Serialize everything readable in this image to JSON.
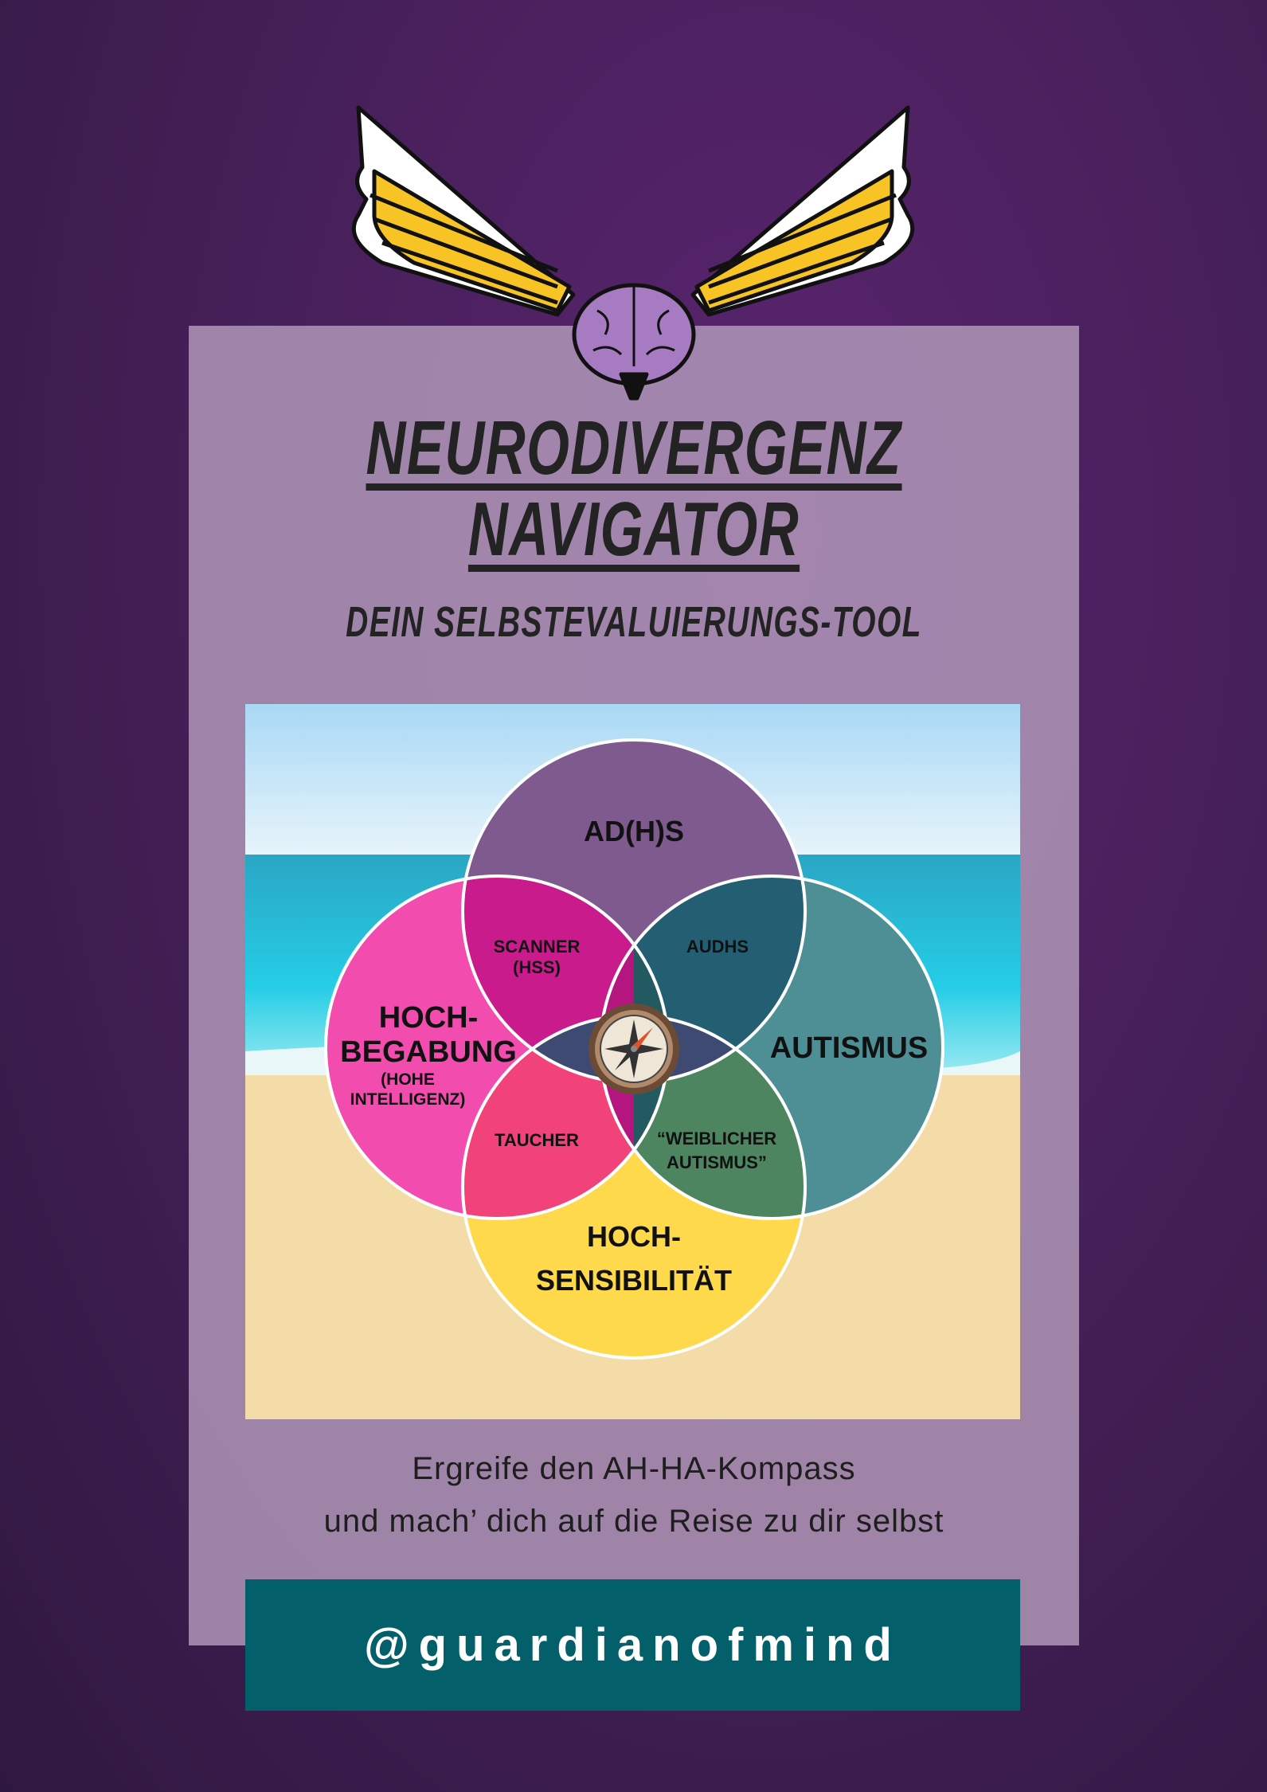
{
  "header": {
    "title_line1": "NEURODIVERGENZ",
    "title_line2": "NAVIGATOR",
    "subtitle": "DEIN SELBSTEVALUIERUNGS-TOOL"
  },
  "diagram": {
    "circles": {
      "top": "AD(H)S",
      "left_line1": "HOCH-",
      "left_line2": "BEGABUNG",
      "left_sub1": "(HOHE",
      "left_sub2": "INTELLIGENZ)",
      "right": "AUTISMUS",
      "bottom_line1": "HOCH-",
      "bottom_line2": "SENSIBILITÄT"
    },
    "overlaps": {
      "top_left_line1": "SCANNER",
      "top_left_line2": "(HSS)",
      "top_right": "AUDHS",
      "left_bottom": "TAUCHER",
      "right_bottom_line1": "“WEIBLICHER",
      "right_bottom_line2": "AUTISMUS”"
    },
    "center_icon": "compass-icon"
  },
  "tagline": {
    "line1": "Ergreife den AH-HA-Kompass",
    "line2": "und mach’ dich auf die Reise zu dir selbst"
  },
  "footer": {
    "handle": "@guardianofmind"
  },
  "colors": {
    "background": "#47205a",
    "panel": "#a98fb1",
    "banner": "#03606a",
    "adhs": "#7e5a8e",
    "hochbegabung": "#f24dae",
    "autismus": "#4d8f94",
    "hochsensibilitaet": "#fdd94b"
  }
}
